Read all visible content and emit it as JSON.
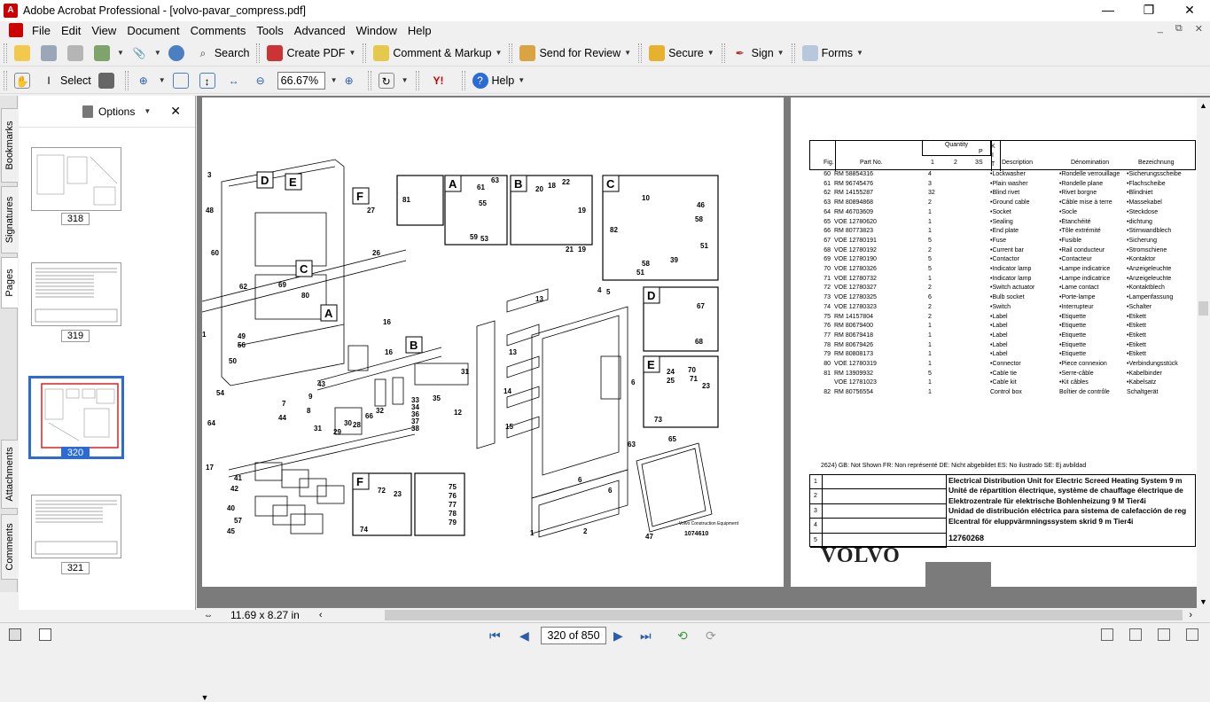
{
  "window": {
    "title": "Adobe Acrobat Professional - [volvo-pavar_compress.pdf]",
    "minimize": "—",
    "maximize": "❐",
    "close": "✕"
  },
  "menu": [
    "File",
    "Edit",
    "View",
    "Document",
    "Comments",
    "Tools",
    "Advanced",
    "Window",
    "Help"
  ],
  "toolbar1": {
    "search": "Search",
    "create_pdf": "Create PDF",
    "comment_markup": "Comment & Markup",
    "send_review": "Send for Review",
    "secure": "Secure",
    "sign": "Sign",
    "forms": "Forms"
  },
  "toolbar2": {
    "select": "Select",
    "zoom": "66.67%",
    "help": "Help"
  },
  "sidetabs": [
    "Bookmarks",
    "Signatures",
    "Pages",
    "Attachments",
    "Comments"
  ],
  "nav": {
    "options": "Options",
    "thumbs": [
      "318",
      "319",
      "320",
      "321"
    ]
  },
  "doc": {
    "page_size": "11.69 x 8.27 in",
    "callouts": [
      "A",
      "B",
      "C",
      "D",
      "E",
      "F"
    ],
    "drawing_labels": {
      "volvo_construction": "Volvo Construction Equipment",
      "drawing_number": "1074610"
    }
  },
  "parts_header": {
    "quantity": "Quantity",
    "fig": "Fig.",
    "part_no": "Part No.",
    "q1": "1",
    "q2": "2",
    "q3": "3",
    "p": "P",
    "s": "S",
    "k": "K",
    "i": "I",
    "t": "T",
    "description": "Description",
    "denomination": "Dénomination",
    "bezeichnung": "Bezeichnung"
  },
  "parts": [
    [
      "60",
      "RM 58854316",
      "4",
      "•Lockwasher",
      "•Rondelle verrouillage",
      "•Sicherungsscheibe"
    ],
    [
      "61",
      "RM 96745476",
      "3",
      "•Plain washer",
      "•Rondelle plane",
      "•Flachscheibe"
    ],
    [
      "62",
      "RM 14155287",
      "32",
      "•Blind rivet",
      "•Rivet borgne",
      "•Blindniet"
    ],
    [
      "63",
      "RM 80894868",
      "2",
      "•Ground cable",
      "•Câble mise à terre",
      "•Massekabel"
    ],
    [
      "64",
      "RM 46703609",
      "1",
      "•Socket",
      "•Socle",
      "•Steckdose"
    ],
    [
      "65",
      "VOE 12780620",
      "1",
      "•Sealing",
      "•Étanchéité",
      "•dichtung"
    ],
    [
      "66",
      "RM 80773823",
      "1",
      "•End plate",
      "•Tôle extrémité",
      "•Stirnwandblech"
    ],
    [
      "67",
      "VOE 12780191",
      "5",
      "•Fuse",
      "•Fusible",
      "•Sicherung"
    ],
    [
      "68",
      "VOE 12780192",
      "2",
      "•Current bar",
      "•Rail conducteur",
      "•Stromschiene"
    ],
    [
      "69",
      "VOE 12780190",
      "5",
      "•Contactor",
      "•Contacteur",
      "•Kontaktor"
    ],
    [
      "70",
      "VOE 12780326",
      "5",
      "•Indicator lamp",
      "•Lampe indicatrice",
      "•Anzeigeleuchte"
    ],
    [
      "71",
      "VOE 12780732",
      "1",
      "•Indicator lamp",
      "•Lampe indicatrice",
      "•Anzeigeleuchte"
    ],
    [
      "72",
      "VOE 12780327",
      "2",
      "•Switch actuator",
      "•Lame contact",
      "•Kontaktblech"
    ],
    [
      "73",
      "VOE 12780325",
      "6",
      "•Bulb socket",
      "•Porte-lampe",
      "•Lampenfassung"
    ],
    [
      "74",
      "VOE 12780323",
      "2",
      "•Switch",
      "•Interrupteur",
      "•Schalter"
    ],
    [
      "75",
      "RM 14157804",
      "2",
      "•Label",
      "•Etiquette",
      "•Etikett"
    ],
    [
      "76",
      "RM 80679400",
      "1",
      "•Label",
      "•Etiquette",
      "•Etikett"
    ],
    [
      "77",
      "RM 80679418",
      "1",
      "•Label",
      "•Etiquette",
      "•Etikett"
    ],
    [
      "78",
      "RM 80679426",
      "1",
      "•Label",
      "•Etiquette",
      "•Etikett"
    ],
    [
      "79",
      "RM 80808173",
      "1",
      "•Label",
      "•Etiquette",
      "•Etikett"
    ],
    [
      "80",
      "VOE 12780319",
      "1",
      "•Connector",
      "•Piece connexion",
      "•Verbindungsstück"
    ],
    [
      "81",
      "RM 13909932",
      "5",
      "•Cable tie",
      "•Serre-câble",
      "•Kabelbinder"
    ],
    [
      "",
      "VOE 12781023",
      "1",
      "•Cable kit",
      "•Kit câbles",
      "•Kabelsatz"
    ],
    [
      "82",
      "RM 80756554",
      "1",
      "Control box",
      "Boîtier de contrôle",
      "Schaltgerät"
    ]
  ],
  "footnote": "2624) GB: Not Shown FR: Non représenté DE: Nicht abgebildet ES: No ilustrado SE: Ej avbildad",
  "title_block": {
    "rows": [
      "1",
      "2",
      "3",
      "4",
      "5"
    ],
    "lines": [
      "Electrical Distribution Unit for Electric Screed Heating System 9 m",
      "Unité de répartition électrique, système de chauffage électrique de",
      "Elektrozentrale für elektrische Bohlenheizung 9 M Tier4i",
      "Unidad de distribución eléctrica para sistema de calefacción de reg",
      "Elcentral för eluppvärmningssystem skrid 9 m Tier4i"
    ],
    "part": "12760268",
    "brand": "VOLVO"
  },
  "status": {
    "page": "320 of 850"
  }
}
